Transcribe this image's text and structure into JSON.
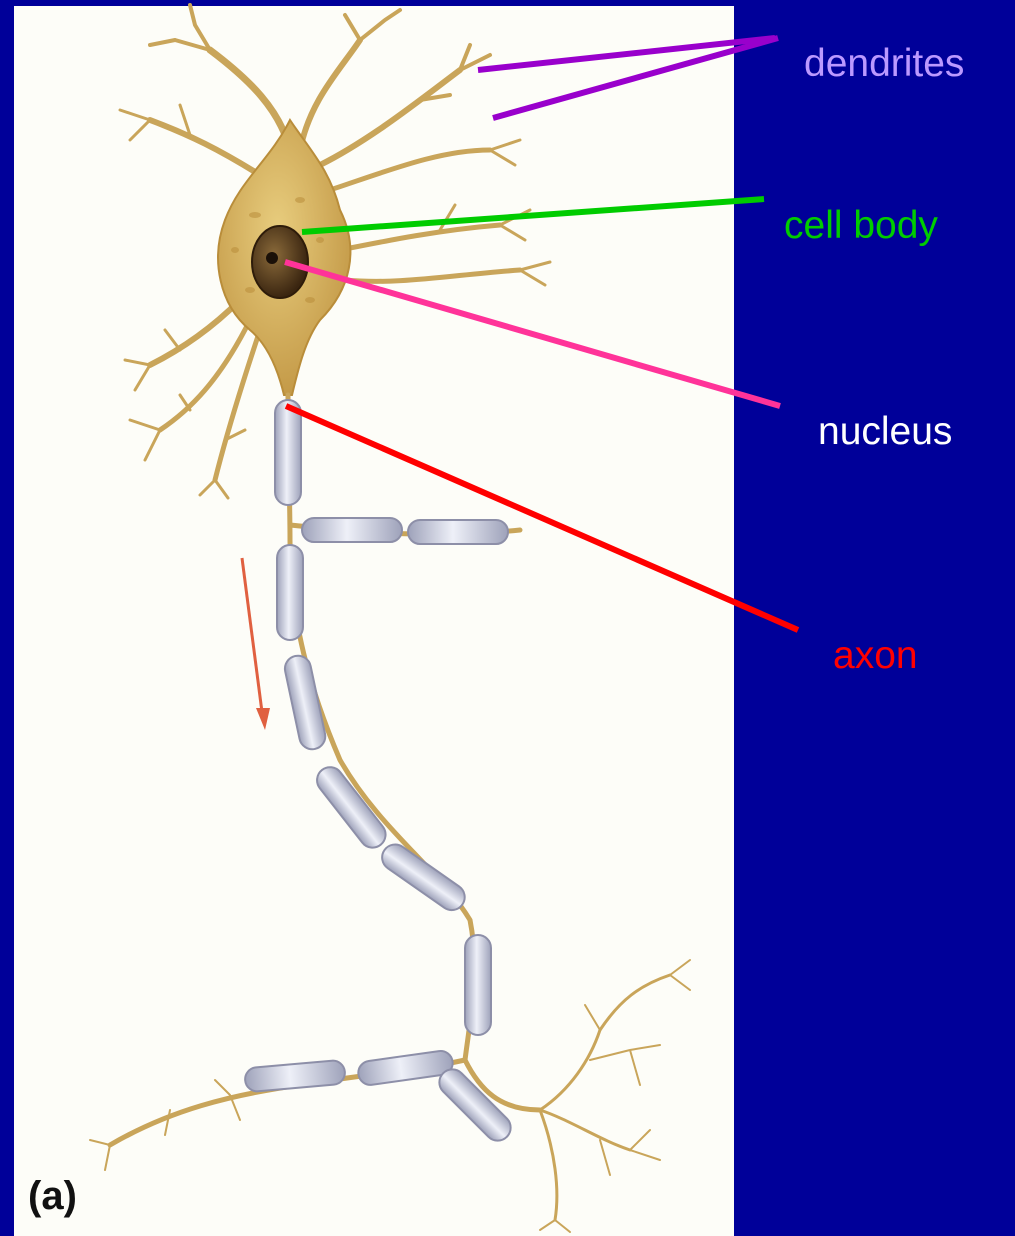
{
  "background_color": "#000099",
  "panel_color": "#fdfdf8",
  "panel_letter": "(a)",
  "labels": {
    "dendrites": {
      "text": "dendrites",
      "color": "#bb99ff"
    },
    "cell_body": {
      "text": "cell body",
      "color": "#00cc00"
    },
    "nucleus": {
      "text": "nucleus",
      "color": "#ffffff"
    },
    "axon": {
      "text": "axon",
      "color": "#ff0000"
    }
  },
  "leader_colors": {
    "dendrites": "#9900cc",
    "cell_body": "#00cc00",
    "nucleus": "#ff3399",
    "axon": "#ff0000"
  },
  "neuron_colors": {
    "soma": "#d9b65a",
    "soma_dark": "#b98d3a",
    "dendrite": "#c9a55a",
    "nucleus": "#5a3a1a",
    "myelin": "#c9cddd",
    "myelin_edge": "#8d8fa8",
    "signal_arrow": "#e06040"
  }
}
